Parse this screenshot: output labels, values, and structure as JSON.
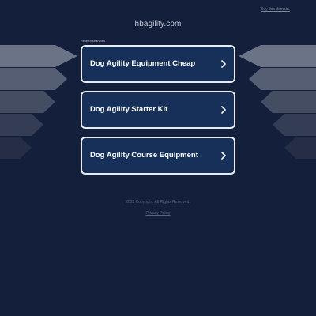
{
  "header": {
    "buy_link": "Buy this domain.",
    "domain": "hbagility.com"
  },
  "related": {
    "label": "Related searches",
    "items": [
      {
        "label": "Dog Agility Equipment Cheap",
        "icon": "chevron-right-icon"
      },
      {
        "label": "Dog Agility Starter Kit",
        "icon": "chevron-right-icon"
      },
      {
        "label": "Dog Agility Course Equipment",
        "icon": "chevron-right-icon"
      }
    ]
  },
  "footer": {
    "copyright": "2022 Copyright. All Rights Reserved.",
    "privacy": "Privacy Policy"
  },
  "colors": {
    "background": "#131f3b",
    "button_fill": "#16305a",
    "button_border": "#e9ecf2"
  }
}
